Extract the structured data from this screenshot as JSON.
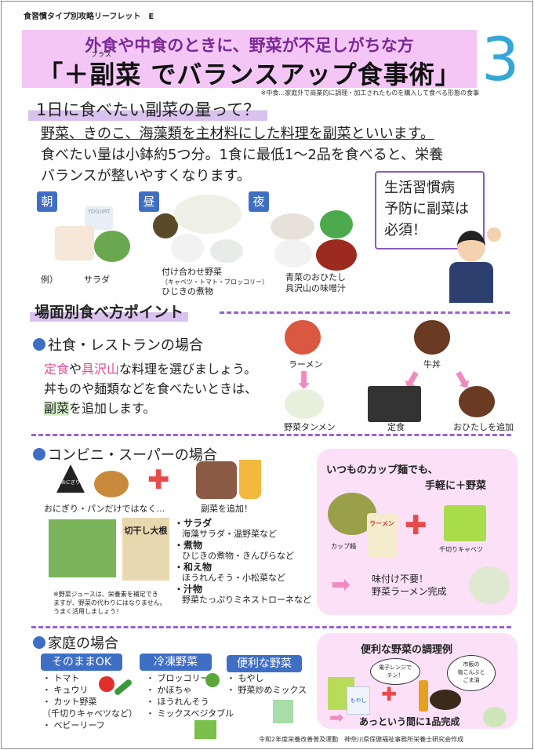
{
  "header": {
    "series_label": "食習慣タイプ別攻略リーフレット　E",
    "subtitle": "外食や中食のときに、野菜が不足しがちな方",
    "title": "「＋副菜 でバランスアップ食事術」",
    "title_ruby": "プラス",
    "number": "3",
    "note": "※中食…家庭外で商業的に調理・加工されたものを購入して食べる形態の食事"
  },
  "section1": {
    "heading": "1日に食べたい副菜の量って？",
    "lines": [
      "野菜、きのこ、海藻類を主材料にした料理を副菜といいます。",
      "食べたい量は小鉢約5つ分。1食に最低1～2品を食べると、栄養",
      "バランスが整いやすくなります。"
    ],
    "bubble": [
      "生活習慣病",
      "予防に副菜は",
      "必須！"
    ],
    "meals": [
      {
        "label": "朝",
        "captions": [
          "例）",
          "サラダ"
        ]
      },
      {
        "label": "昼",
        "captions": [
          "付け合わせ野菜",
          "（キャベツ・トマト・ブロッコリー）",
          "ひじきの煮物"
        ]
      },
      {
        "label": "夜",
        "captions": [
          "青菜のおひたし",
          "具沢山の味噌汁"
        ]
      }
    ],
    "yogurt": "YOGURT"
  },
  "section2": {
    "heading": "場面別食べ方ポイント",
    "restaurant": {
      "title": "社食・レストランの場合",
      "line1_a": "定食",
      "line1_b": "や",
      "line1_c": "具沢山",
      "line1_d": "な料理を選びましょう。",
      "line2": "丼ものや麺類などを食べたいときは、",
      "line3_a": "副菜",
      "line3_b": "を追加します。",
      "items": [
        "ラーメン",
        "牛丼",
        "野菜タンメン",
        "定食",
        "おひたしを追加"
      ]
    },
    "convenience": {
      "title": "コンビニ・スーパーの場合",
      "caption1": "おにぎり・パンだけではなく…",
      "caption2": "副菜を追加！",
      "package_label": "切干し大根",
      "onigiri_label": "おにぎり",
      "note": [
        "※野菜ジュースは、栄養素を補足でき",
        "ますが、野菜の代わりにはなりません。",
        "うまく活用しましょう！"
      ],
      "list": [
        {
          "name": "・サラダ",
          "ex": "海藻サラダ・温野菜など"
        },
        {
          "name": "・煮物",
          "ex": "ひじきの煮物・きんぴらなど"
        },
        {
          "name": "・和え物",
          "ex": "ほうれんそう・小松菜など"
        },
        {
          "name": "・汁物",
          "ex": "野菜たっぷりミネストローネなど"
        }
      ],
      "box": {
        "title1": "いつものカップ麺でも、",
        "title2": "手軽に＋野菜",
        "cup_label": "カップ麺",
        "cup_text": "ラーメン",
        "cabbage_label": "千切りキャベツ",
        "result1": "味付け不要！",
        "result2": "野菜ラーメン完成"
      }
    },
    "home": {
      "title": "家庭の場合",
      "tabs": [
        {
          "label": "そのままOK",
          "items": [
            "トマト",
            "キュウリ",
            "カット野菜",
            "（千切りキャベツなど）",
            "ベビーリーフ"
          ]
        },
        {
          "label": "冷凍野菜",
          "items": [
            "ブロッコリー",
            "かぼちゃ",
            "ほうれんそう",
            "ミックスベジタブル"
          ]
        },
        {
          "label": "便利な野菜",
          "items": [
            "もやし",
            "野菜炒めミックス"
          ]
        }
      ],
      "box": {
        "title": "便利な野菜の調理例",
        "bubble1": [
          "電子レンジで",
          "チン！"
        ],
        "bubble2": [
          "市販の",
          "塩こんぶと",
          "ごま油"
        ],
        "moyashi": "もやし",
        "result": "あっという間に1品完成"
      }
    }
  },
  "footer": "令和2年度栄養改善普及運動　神奈川県保健福祉事務所栄養士研究会作成",
  "colors": {
    "banner": "#f3c6f5",
    "accent_blue": "#3f6fc4",
    "purple": "#7a2a96",
    "pink": "#e0509a",
    "number": "#35a7d6"
  }
}
